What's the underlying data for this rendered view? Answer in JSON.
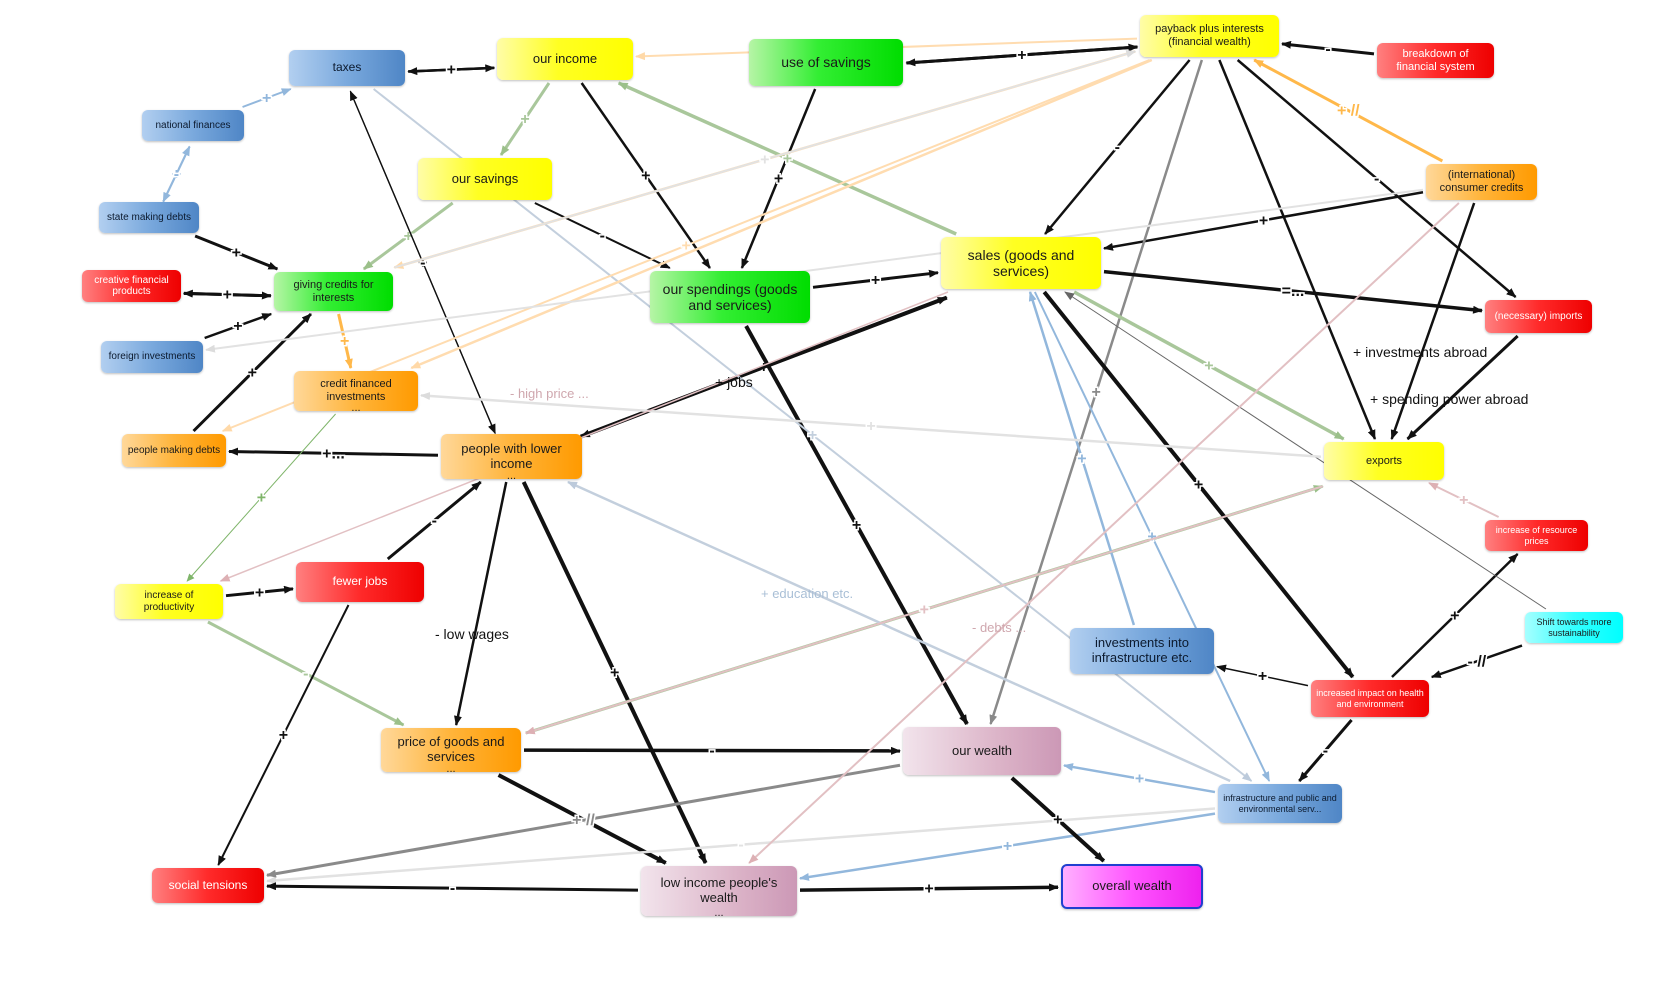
{
  "nodes": {
    "taxes": {
      "label": "taxes",
      "more": ""
    },
    "our_income": {
      "label": "our income",
      "more": ""
    },
    "use_of_savings": {
      "label": "use of savings",
      "more": ""
    },
    "payback": {
      "label": "payback plus interests (financial wealth)",
      "more": ""
    },
    "breakdown": {
      "label": "breakdown of financial system",
      "more": ""
    },
    "national_finances": {
      "label": "national finances",
      "more": ""
    },
    "our_savings": {
      "label": "our savings",
      "more": ""
    },
    "intl_consumer_credits": {
      "label": "(international) consumer credits",
      "more": ""
    },
    "state_making_debts": {
      "label": "state making debts",
      "more": ""
    },
    "creative_financial": {
      "label": "creative financial products",
      "more": ""
    },
    "giving_credits": {
      "label": "giving credits for interests",
      "more": ""
    },
    "our_spendings": {
      "label": "our spendings (goods and services)",
      "more": ""
    },
    "sales": {
      "label": "sales (goods and services)",
      "more": ""
    },
    "imports": {
      "label": "(necessary) imports",
      "more": ""
    },
    "foreign_investments": {
      "label": "foreign investments",
      "more": ""
    },
    "credit_financed": {
      "label": "credit financed investments",
      "more": "..."
    },
    "people_making_debts": {
      "label": "people making debts",
      "more": ""
    },
    "people_lower_income": {
      "label": "people with lower income",
      "more": "..."
    },
    "exports": {
      "label": "exports",
      "more": ""
    },
    "resource_prices": {
      "label": "increase of resource prices",
      "more": ""
    },
    "increase_productivity": {
      "label": "increase of productivity",
      "more": ""
    },
    "fewer_jobs": {
      "label": "fewer jobs",
      "more": ""
    },
    "shift_sustainability": {
      "label": "Shift towards more sustainability",
      "more": ""
    },
    "investments_infra": {
      "label": "investments into infrastructure etc.",
      "more": ""
    },
    "increased_impact": {
      "label": "increased impact on health and environment",
      "more": ""
    },
    "price_goods": {
      "label": "price of goods and services",
      "more": "..."
    },
    "our_wealth": {
      "label": "our wealth",
      "more": ""
    },
    "infra_public": {
      "label": "infrastructure and public and environmental serv...",
      "more": ""
    },
    "social_tensions": {
      "label": "social tensions",
      "more": ""
    },
    "low_income_wealth": {
      "label": "low income people's wealth",
      "more": "..."
    },
    "overall_wealth": {
      "label": "overall wealth",
      "more": ""
    }
  },
  "free_labels": {
    "investments_abroad": "+ investments abroad",
    "spending_power_abroad": "+ spending power abroad",
    "jobs": "+ jobs",
    "low_wages": "- low wages",
    "high_price": "- high price ...",
    "education": "+ education etc.",
    "debts": "- debts ..."
  },
  "edges": [
    {
      "from": "taxes",
      "to": "our_income",
      "sign": "-",
      "tone": "dark",
      "w": 2.5
    },
    {
      "from": "our_income",
      "to": "taxes",
      "sign": "+",
      "tone": "dark",
      "w": 2.5
    },
    {
      "from": "use_of_savings",
      "to": "payback",
      "sign": "-",
      "tone": "dark",
      "w": 3
    },
    {
      "from": "payback",
      "to": "use_of_savings",
      "sign": "+",
      "tone": "dark",
      "w": 3
    },
    {
      "from": "breakdown",
      "to": "payback",
      "sign": "-",
      "tone": "dark",
      "w": 3
    },
    {
      "from": "intl_consumer_credits",
      "to": "payback",
      "sign": "+ //",
      "tone": "orange",
      "w": 3
    },
    {
      "from": "national_finances",
      "to": "taxes",
      "sign": "+",
      "tone": "lightblue",
      "w": 2
    },
    {
      "from": "state_making_debts",
      "to": "national_finances",
      "sign": "+",
      "tone": "lightblue",
      "w": 2
    },
    {
      "from": "national_finances",
      "to": "state_making_debts",
      "sign": "-",
      "tone": "lightblue",
      "w": 2
    },
    {
      "from": "our_income",
      "to": "our_savings",
      "sign": "+",
      "tone": "green",
      "w": 3
    },
    {
      "from": "our_income",
      "to": "our_spendings",
      "sign": "+",
      "tone": "dark",
      "w": 2.5
    },
    {
      "from": "our_savings",
      "to": "our_spendings",
      "sign": "-",
      "tone": "dark",
      "w": 2
    },
    {
      "from": "our_savings",
      "to": "giving_credits",
      "sign": "+",
      "tone": "green",
      "w": 3
    },
    {
      "from": "use_of_savings",
      "to": "our_spendings",
      "sign": "+",
      "tone": "dark",
      "w": 2.5
    },
    {
      "from": "our_spendings",
      "to": "sales",
      "sign": "+",
      "tone": "dark",
      "w": 3
    },
    {
      "from": "sales",
      "to": "our_income",
      "sign": "+",
      "tone": "green",
      "w": 3.5
    },
    {
      "from": "payback",
      "to": "sales",
      "sign": "-",
      "tone": "dark",
      "w": 2.5
    },
    {
      "from": "intl_consumer_credits",
      "to": "sales",
      "sign": "+",
      "tone": "dark",
      "w": 2.5
    },
    {
      "from": "payback",
      "to": "imports",
      "sign": "-",
      "tone": "dark",
      "w": 2.5
    },
    {
      "from": "payback",
      "to": "exports",
      "sign": "",
      "tone": "dark",
      "w": 2.5
    },
    {
      "from": "payback",
      "to": "our_wealth",
      "sign": "+",
      "tone": "gray",
      "w": 2.5
    },
    {
      "from": "sales",
      "to": "imports",
      "sign": "=...",
      "tone": "dark",
      "w": 3.5
    },
    {
      "from": "imports",
      "to": "exports",
      "sign": "",
      "tone": "dark",
      "w": 3
    },
    {
      "from": "intl_consumer_credits",
      "to": "exports",
      "sign": "",
      "tone": "dark",
      "w": 2.5
    },
    {
      "from": "sales",
      "to": "exports",
      "sign": "+",
      "tone": "green",
      "w": 3.5
    },
    {
      "from": "state_making_debts",
      "to": "giving_credits",
      "sign": "+",
      "tone": "dark",
      "w": 3
    },
    {
      "from": "creative_financial",
      "to": "giving_credits",
      "sign": "+",
      "tone": "dark",
      "w": 3
    },
    {
      "from": "giving_credits",
      "to": "creative_financial",
      "sign": "+",
      "tone": "dark",
      "w": 3
    },
    {
      "from": "foreign_investments",
      "to": "giving_credits",
      "sign": "+",
      "tone": "dark",
      "w": 2.5
    },
    {
      "from": "people_making_debts",
      "to": "giving_credits",
      "sign": "+",
      "tone": "dark",
      "w": 3
    },
    {
      "from": "giving_credits",
      "to": "credit_financed",
      "sign": "+",
      "tone": "orange",
      "w": 3
    },
    {
      "from": "people_lower_income",
      "to": "people_making_debts",
      "sign": "+...",
      "tone": "dark",
      "w": 3
    },
    {
      "from": "people_lower_income",
      "to": "sales",
      "sign": "+",
      "tone": "dark",
      "w": 4
    },
    {
      "from": "sales",
      "to": "people_lower_income",
      "sign": "",
      "tone": "dark",
      "w": 3.5
    },
    {
      "from": "taxes",
      "to": "people_lower_income",
      "sign": "+",
      "tone": "dark",
      "w": 1.3
    },
    {
      "from": "people_lower_income",
      "to": "taxes",
      "sign": "-",
      "tone": "dark",
      "w": 1.3
    },
    {
      "from": "people_lower_income",
      "to": "price_goods",
      "sign": "",
      "tone": "dark",
      "w": 2.5
    },
    {
      "from": "people_lower_income",
      "to": "low_income_wealth",
      "sign": "+",
      "tone": "dark",
      "w": 4
    },
    {
      "from": "fewer_jobs",
      "to": "people_lower_income",
      "sign": "-",
      "tone": "dark",
      "w": 3
    },
    {
      "from": "increase_productivity",
      "to": "fewer_jobs",
      "sign": "+",
      "tone": "dark",
      "w": 3
    },
    {
      "from": "increase_productivity",
      "to": "price_goods",
      "sign": "-",
      "tone": "green",
      "w": 3
    },
    {
      "from": "fewer_jobs",
      "to": "social_tensions",
      "sign": "+",
      "tone": "dark",
      "w": 2
    },
    {
      "from": "credit_financed",
      "to": "increase_productivity",
      "sign": "+",
      "tone": "thingreen",
      "w": 1
    },
    {
      "from": "price_goods",
      "to": "our_wealth",
      "sign": "-",
      "tone": "dark",
      "w": 3.5
    },
    {
      "from": "price_goods",
      "to": "low_income_wealth",
      "sign": "-",
      "tone": "dark",
      "w": 4
    },
    {
      "from": "price_goods",
      "to": "exports",
      "sign": "-",
      "tone": "green",
      "w": 3
    },
    {
      "from": "our_spendings",
      "to": "our_wealth",
      "sign": "+",
      "tone": "dark",
      "w": 4
    },
    {
      "from": "sales",
      "to": "increased_impact",
      "sign": "+",
      "tone": "dark",
      "w": 4
    },
    {
      "from": "sales",
      "to": "infra_public",
      "sign": "+",
      "tone": "lightblue",
      "w": 2
    },
    {
      "from": "investments_infra",
      "to": "sales",
      "sign": "+",
      "tone": "lightblue",
      "w": 2.5
    },
    {
      "from": "increased_impact",
      "to": "investments_infra",
      "sign": "+",
      "tone": "dark",
      "w": 1.5
    },
    {
      "from": "increased_impact",
      "to": "resource_prices",
      "sign": "+",
      "tone": "dark",
      "w": 2.5
    },
    {
      "from": "increased_impact",
      "to": "infra_public",
      "sign": "-",
      "tone": "dark",
      "w": 3
    },
    {
      "from": "resource_prices",
      "to": "exports",
      "sign": "+",
      "tone": "pink",
      "w": 2
    },
    {
      "from": "shift_sustainability",
      "to": "increased_impact",
      "sign": "- //",
      "tone": "dark",
      "w": 2.5
    },
    {
      "from": "shift_sustainability",
      "to": "sales",
      "sign": "",
      "tone": "darkgray",
      "w": 1
    },
    {
      "from": "infra_public",
      "to": "our_wealth",
      "sign": "+",
      "tone": "lightblue",
      "w": 2.5
    },
    {
      "from": "infra_public",
      "to": "low_income_wealth",
      "sign": "+",
      "tone": "lightblue",
      "w": 2.5
    },
    {
      "from": "infra_public",
      "to": "social_tensions",
      "sign": "-",
      "tone": "verylight",
      "w": 2.5
    },
    {
      "from": "our_wealth",
      "to": "overall_wealth",
      "sign": "+",
      "tone": "dark",
      "w": 4
    },
    {
      "from": "our_wealth",
      "to": "social_tensions",
      "sign": "+ //",
      "tone": "gray",
      "w": 3
    },
    {
      "from": "low_income_wealth",
      "to": "overall_wealth",
      "sign": "+",
      "tone": "dark",
      "w": 3.5
    },
    {
      "from": "low_income_wealth",
      "to": "social_tensions",
      "sign": "-",
      "tone": "dark",
      "w": 3
    },
    {
      "from": "taxes",
      "to": "infra_public",
      "sign": "+",
      "tone": "lightgrayblue",
      "w": 2
    },
    {
      "from": "infra_public",
      "to": "people_lower_income",
      "sign": "",
      "tone": "lightgrayblue",
      "w": 2.5
    },
    {
      "from": "exports",
      "to": "credit_financed",
      "sign": "+",
      "tone": "verylight",
      "w": 2.5
    },
    {
      "from": "payback",
      "to": "giving_credits",
      "sign": "+",
      "tone": "peach",
      "w": 2.5
    },
    {
      "from": "payback",
      "to": "credit_financed",
      "sign": "",
      "tone": "peach",
      "w": 2.5
    },
    {
      "from": "payback",
      "to": "people_making_debts",
      "sign": "+",
      "tone": "peach",
      "w": 2
    },
    {
      "from": "intl_consumer_credits",
      "to": "foreign_investments",
      "sign": "",
      "tone": "verylight",
      "w": 2
    },
    {
      "from": "intl_consumer_credits",
      "to": "low_income_wealth",
      "sign": "",
      "tone": "pink",
      "w": 2
    },
    {
      "from": "giving_credits",
      "to": "payback",
      "sign": "+",
      "tone": "verylight",
      "w": 2
    },
    {
      "from": "sales",
      "to": "increase_productivity",
      "sign": "",
      "tone": "pink",
      "w": 1.5
    },
    {
      "from": "exports",
      "to": "price_goods",
      "sign": "+",
      "tone": "pink",
      "w": 2
    },
    {
      "from": "payback",
      "to": "our_income",
      "sign": "+",
      "tone": "peach",
      "w": 2
    }
  ]
}
